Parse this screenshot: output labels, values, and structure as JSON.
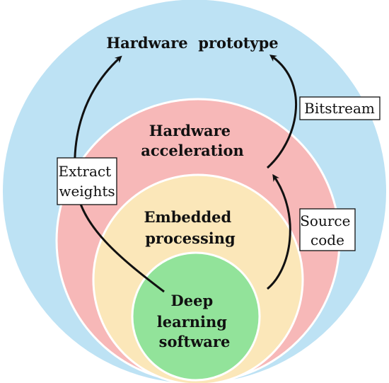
{
  "colors": {
    "outer_ring": "#bde2f4",
    "second_ring": "#f7b8b8",
    "third_ring": "#fbe7b9",
    "inner_circle": "#92e39a",
    "ring_border": "#ffffff",
    "text": "#111111"
  },
  "rings": {
    "hardware_prototype": {
      "lines": [
        "Hardware  prototype"
      ]
    },
    "hardware_acceleration": {
      "lines": [
        "Hardware",
        "acceleration"
      ]
    },
    "embedded_processing": {
      "lines": [
        "Embedded",
        "processing"
      ]
    },
    "deep_learning_software": {
      "lines": [
        "Deep",
        "learning",
        "software"
      ]
    }
  },
  "boxes": {
    "bitstream": {
      "lines": [
        "Bitstream"
      ]
    },
    "extract_weights": {
      "lines": [
        "Extract",
        "weights"
      ]
    },
    "source_code": {
      "lines": [
        "Source",
        "code"
      ]
    }
  },
  "arrows": [
    {
      "from": "deep_learning_software",
      "to": "hardware_prototype",
      "via": "extract_weights"
    },
    {
      "from": "embedded_processing",
      "to": "hardware_acceleration",
      "via": "source_code"
    },
    {
      "from": "hardware_acceleration",
      "to": "hardware_prototype",
      "via": "bitstream"
    }
  ]
}
